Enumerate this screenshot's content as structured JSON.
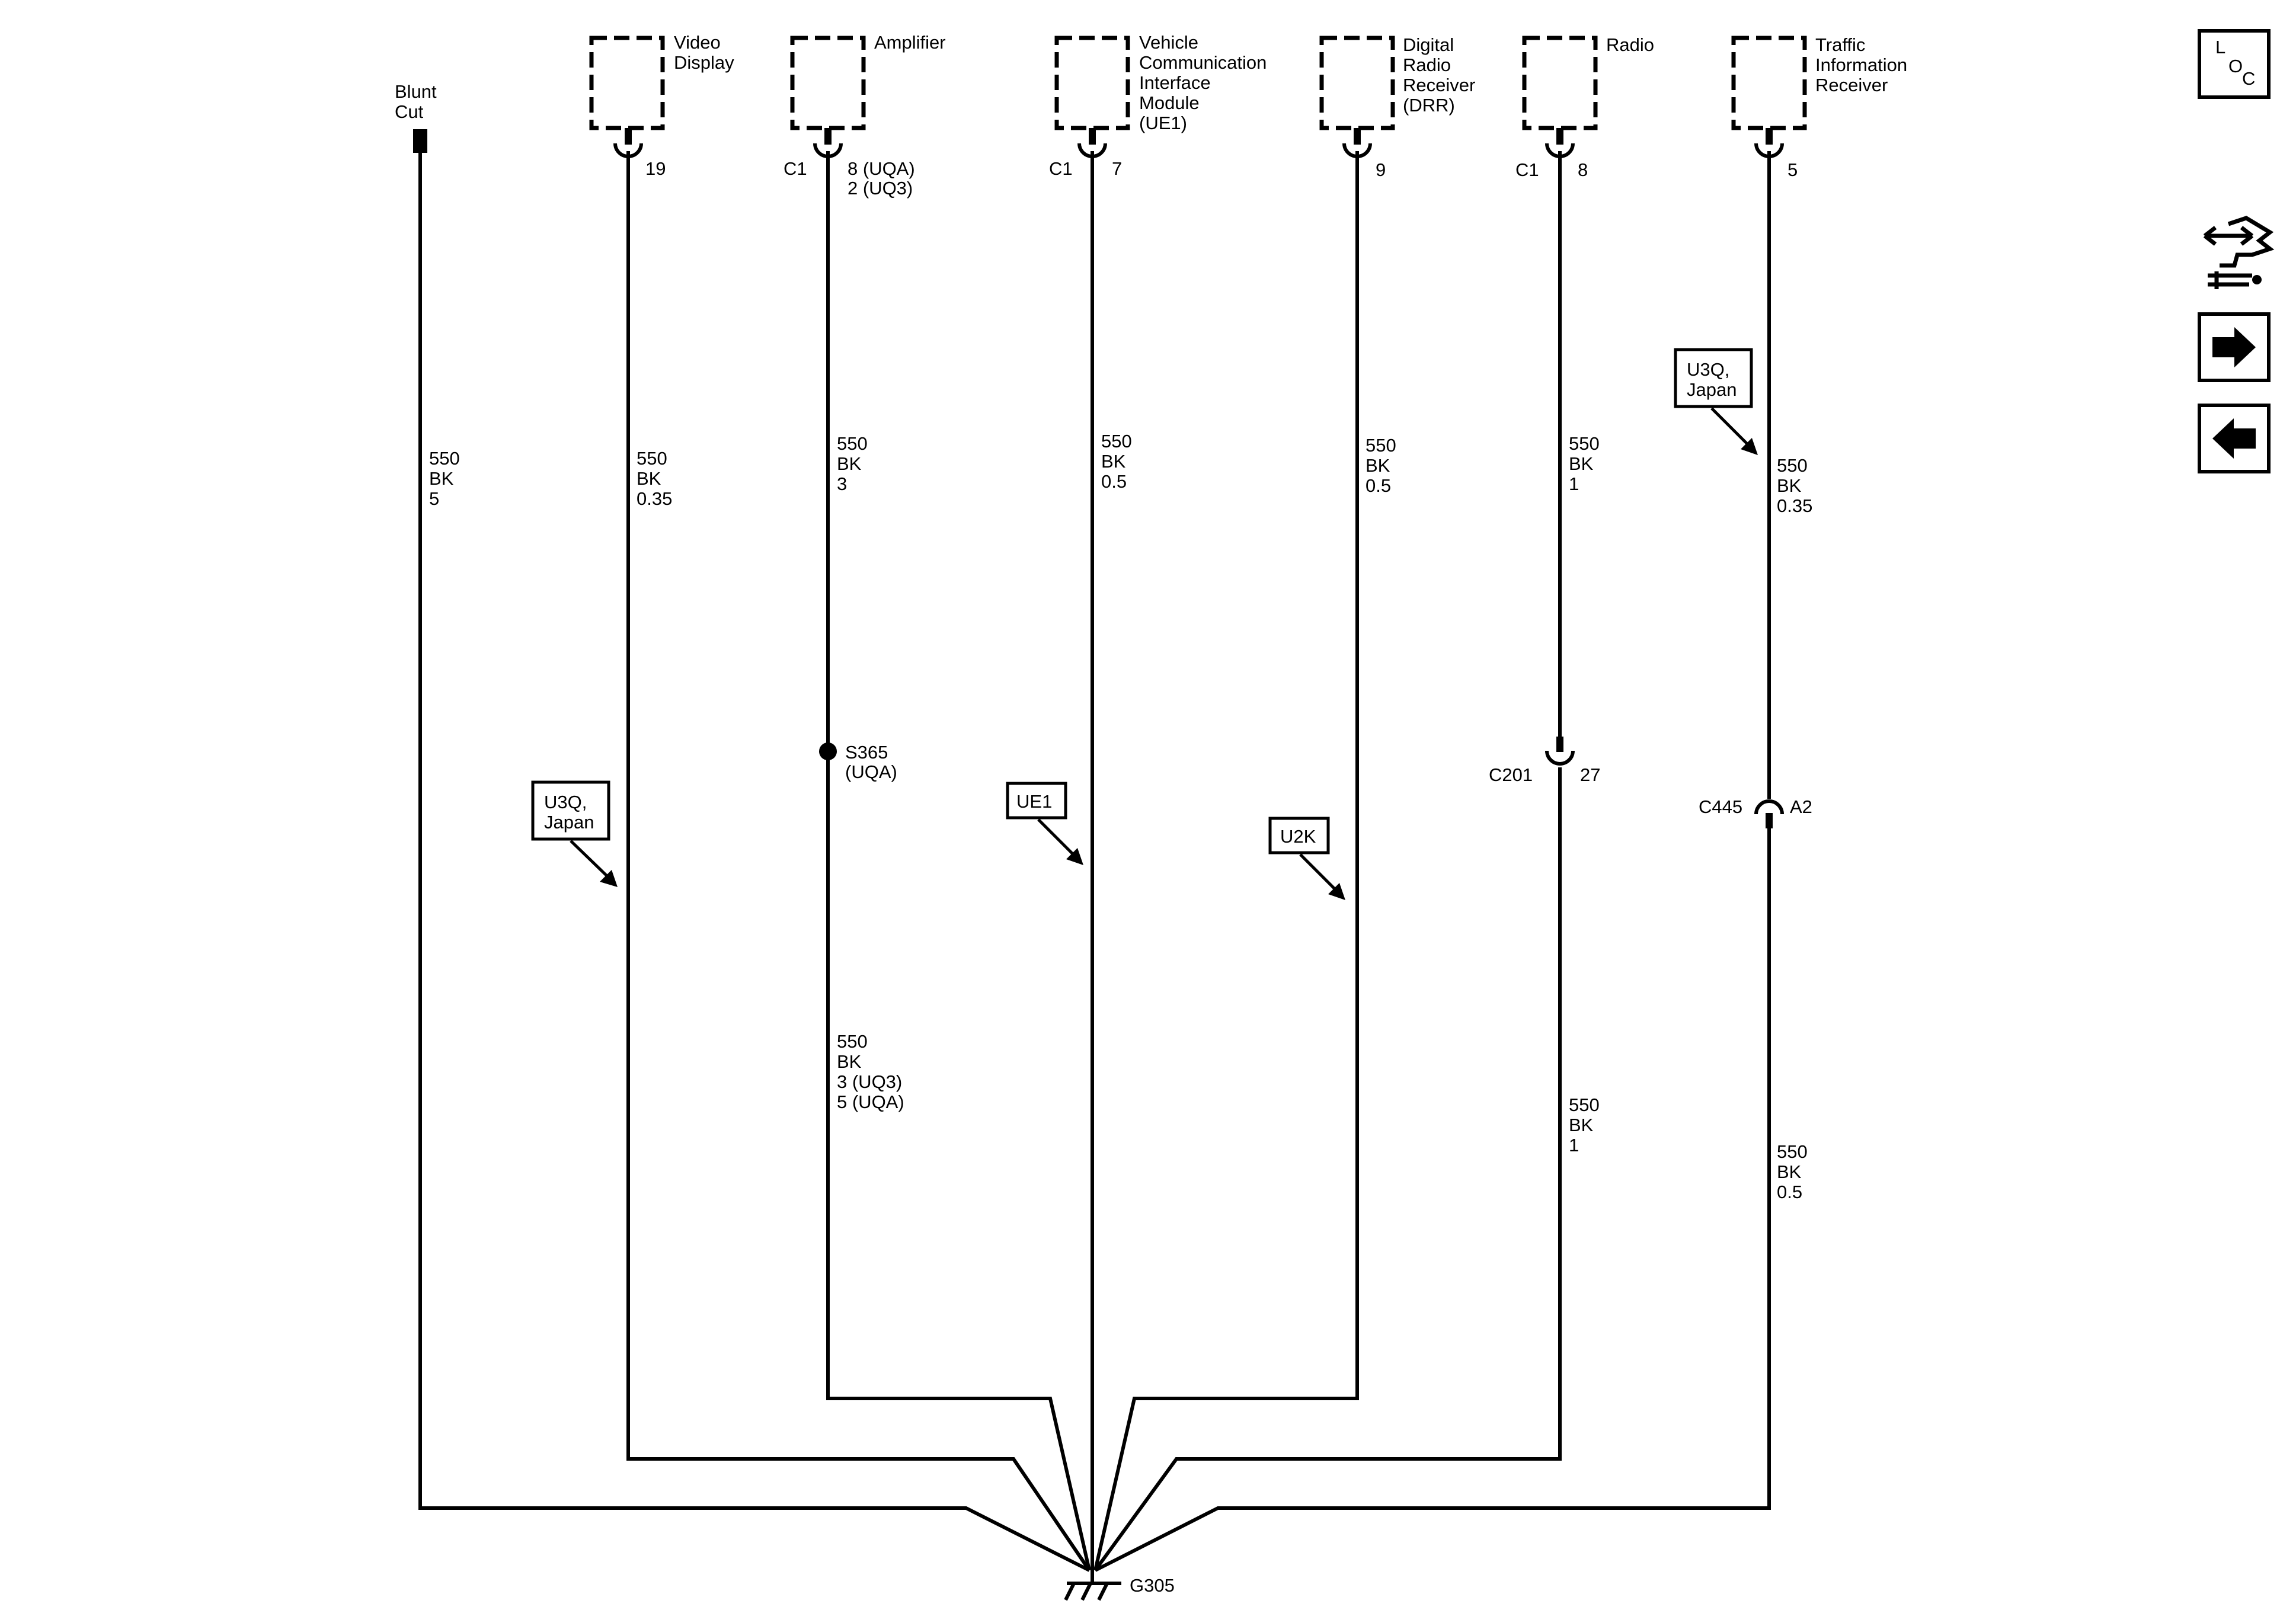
{
  "components": {
    "blunt_cut": [
      "Blunt",
      "Cut"
    ],
    "video_display": [
      "Video",
      "Display"
    ],
    "amplifier": [
      "Amplifier"
    ],
    "vcim": [
      "Vehicle",
      "Communication",
      "Interface",
      "Module",
      "(UE1)"
    ],
    "drr": [
      "Digital",
      "Radio",
      "Receiver",
      "(DRR)"
    ],
    "radio": [
      "Radio"
    ],
    "tir": [
      "Traffic",
      "Information",
      "Receiver"
    ]
  },
  "pins": {
    "video_display": {
      "pin": "19"
    },
    "amplifier": {
      "connector": "C1",
      "pin": [
        "8 (UQA)",
        "2 (UQ3)"
      ]
    },
    "vcim": {
      "connector": "C1",
      "pin": "7"
    },
    "drr": {
      "pin": "9"
    },
    "radio": {
      "connector": "C1",
      "pin": "8"
    },
    "tir": {
      "pin": "5"
    }
  },
  "wires": {
    "blunt_cut": [
      "550",
      "BK",
      "5"
    ],
    "video_display": [
      "550",
      "BK",
      "0.35"
    ],
    "amplifier_upper": [
      "550",
      "BK",
      "3"
    ],
    "amplifier_lower": [
      "550",
      "BK",
      "3 (UQ3)",
      "5 (UQA)"
    ],
    "vcim": [
      "550",
      "BK",
      "0.5"
    ],
    "drr": [
      "550",
      "BK",
      "0.5"
    ],
    "radio_upper": [
      "550",
      "BK",
      "1"
    ],
    "radio_lower": [
      "550",
      "BK",
      "1"
    ],
    "tir_upper": [
      "550",
      "BK",
      "0.35"
    ],
    "tir_lower": [
      "550",
      "BK",
      "0.5"
    ]
  },
  "splice": {
    "id": "S365",
    "option": "(UQA)"
  },
  "inline_connectors": {
    "c201": {
      "id": "C201",
      "pin": "27"
    },
    "c445": {
      "id": "C445",
      "pin": "A2"
    }
  },
  "option_tags": {
    "video": [
      "U3Q,",
      "Japan"
    ],
    "vcim": [
      "UE1"
    ],
    "drr": [
      "U2K"
    ],
    "tir": [
      "U3Q,",
      "Japan"
    ]
  },
  "ground": {
    "id": "G305"
  },
  "nav": {
    "loc_letters": [
      "L",
      "O",
      "C"
    ],
    "icons": [
      "harness-connector-icon",
      "next-arrow-icon",
      "previous-arrow-icon"
    ]
  }
}
